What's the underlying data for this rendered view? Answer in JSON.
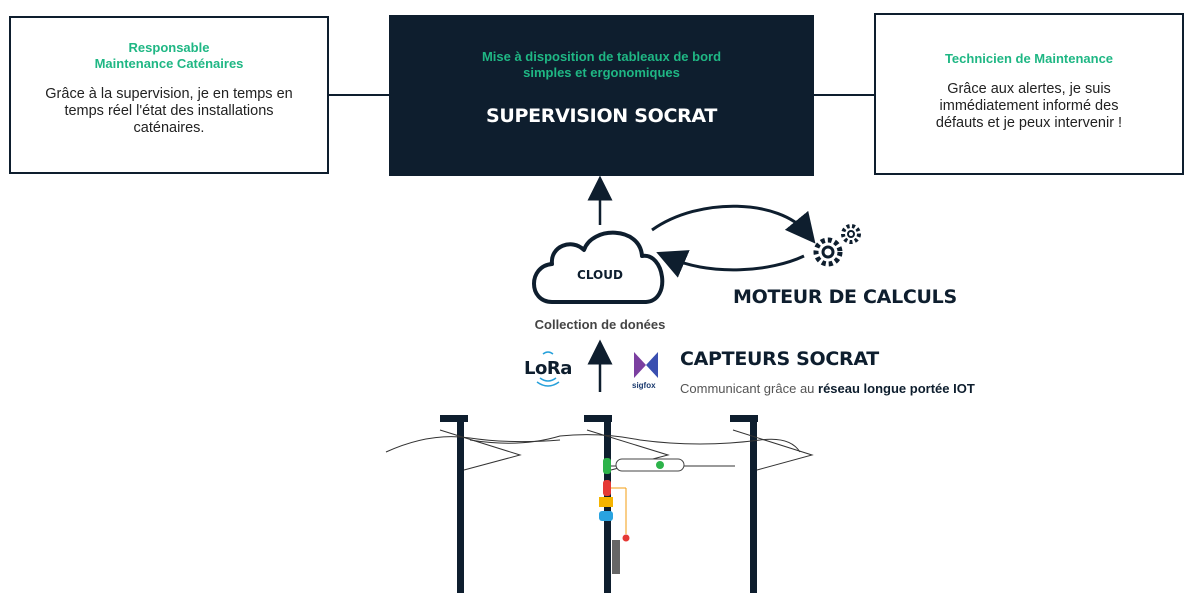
{
  "left_box": {
    "title_line1": "Responsable",
    "title_line2": "Maintenance Caténaires",
    "text": "Grâce à la supervision, je en temps en temps réel l'état des installations caténaires."
  },
  "center_box": {
    "subtitle_line1": "Mise à disposition de tableaux de bord",
    "subtitle_line2": "simples et ergonomiques",
    "title": "SUPERVISION SOCRAT"
  },
  "right_box": {
    "title": "Technicien de Maintenance",
    "text": "Grâce aux alertes, je suis immédiatement informé des défauts et je peux intervenir !"
  },
  "cloud_label": "CLOUD",
  "moteur_title": "MOTEUR DE CALCULS",
  "collection_label": "Collection de donées",
  "lora_logo": "LoRa",
  "sigfox_label": "sigfox",
  "capteurs": {
    "title": "CAPTEURS SOCRAT",
    "sub_prefix": "Communicant grâce au ",
    "sub_bold": "réseau longue portée IOT"
  },
  "colors": {
    "navy": "#0e1e2e",
    "green": "#1fb784"
  }
}
